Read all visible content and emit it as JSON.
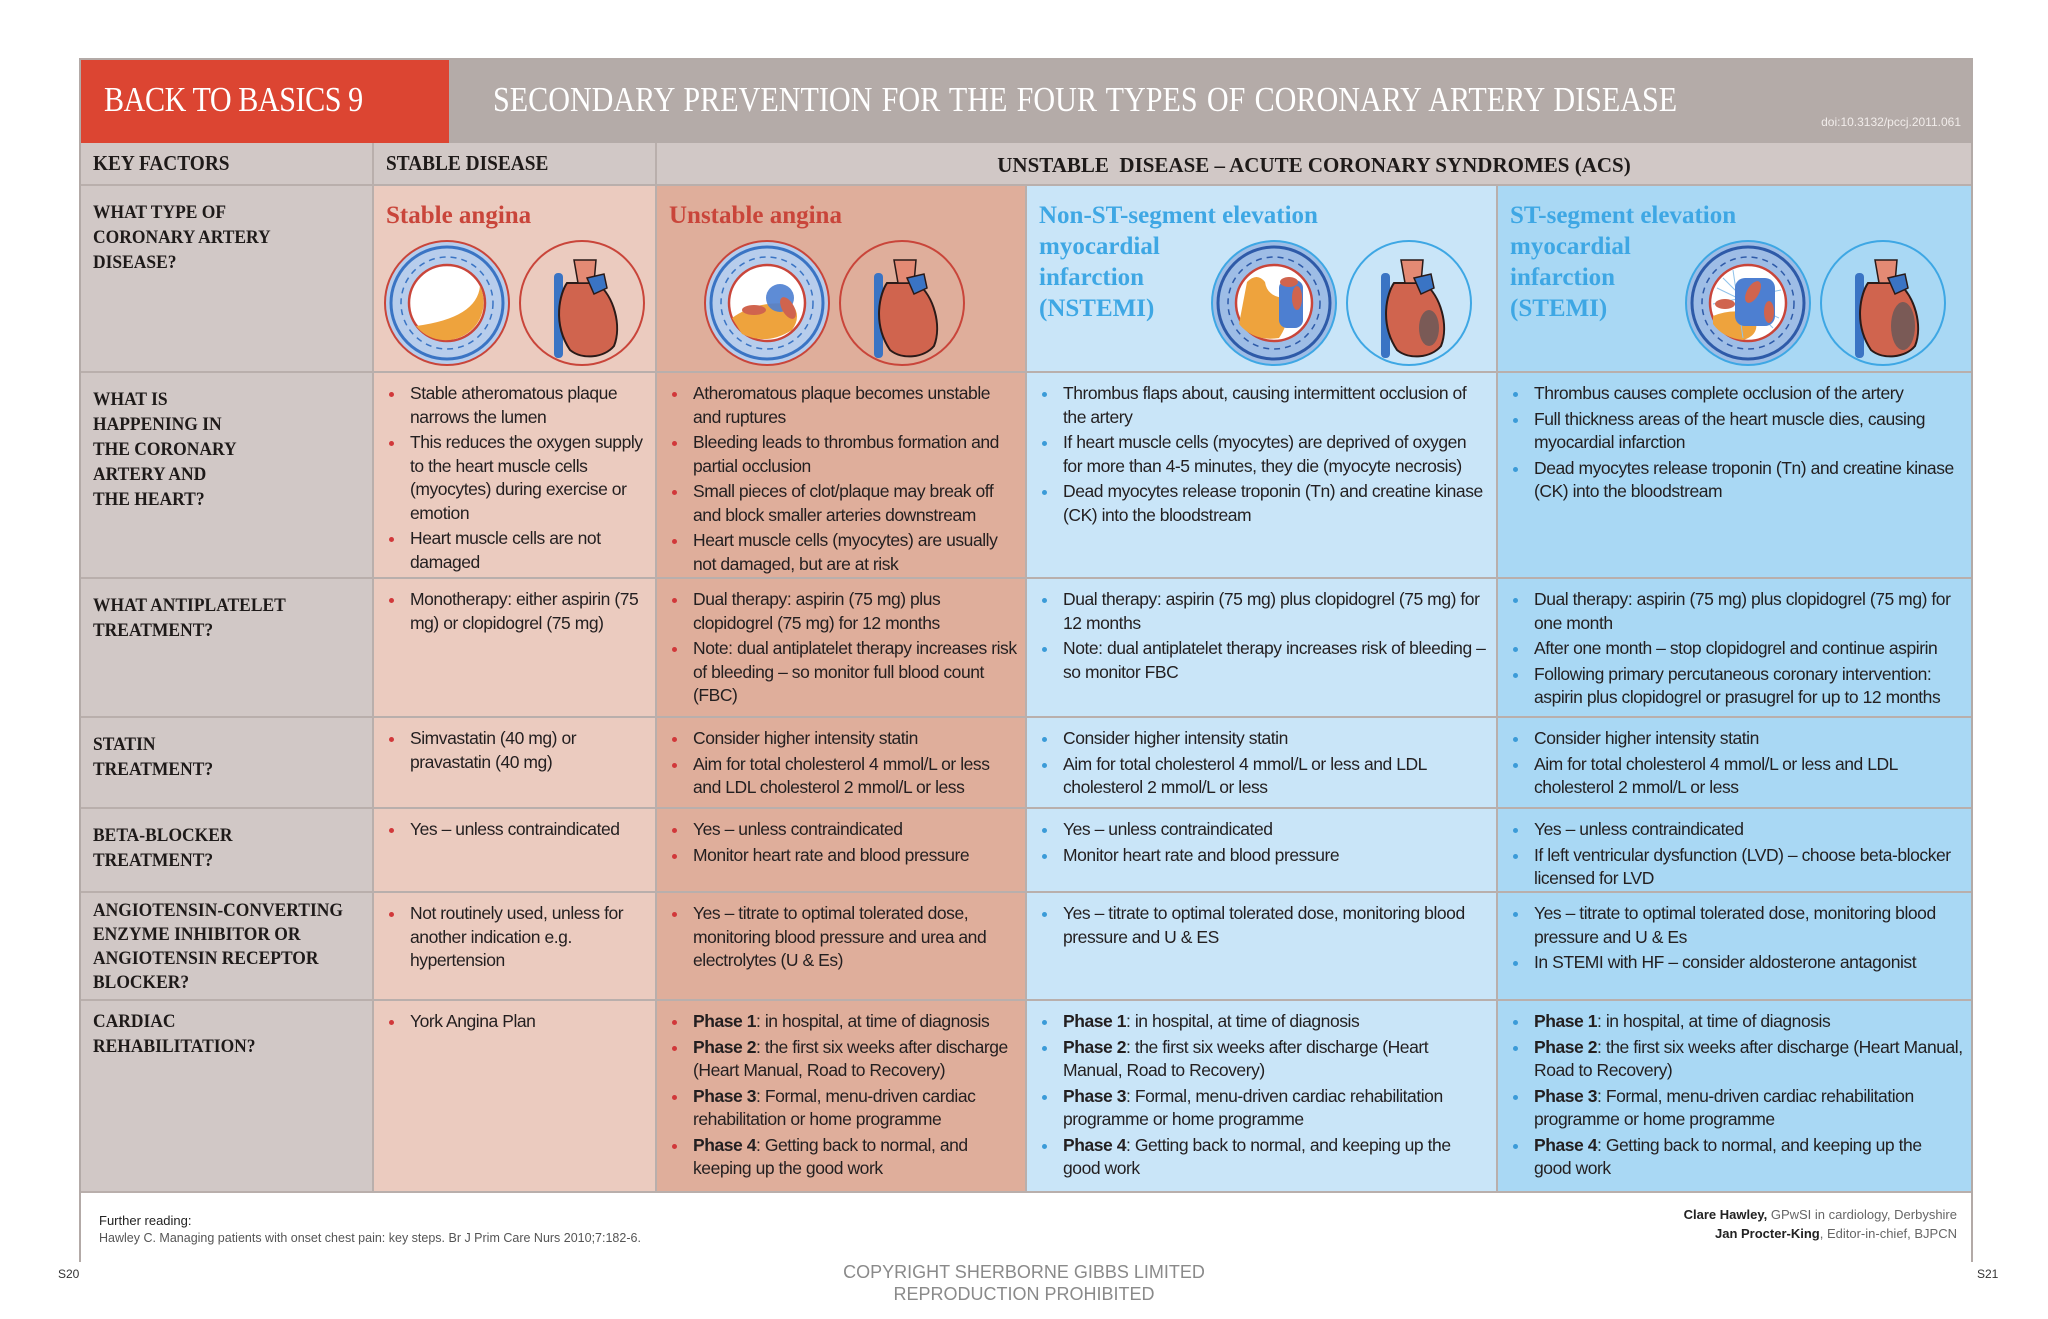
{
  "banner": {
    "series": "BACK TO BASICS 9",
    "title": "SECONDARY PREVENTION FOR THE   FOUR TYPES OF CORONARY ARTERY DISEASE",
    "doi": "doi:10.3132/pccj.2011.061",
    "colors": {
      "series_bg": "#dc4532",
      "title_bg": "#b4aba8"
    }
  },
  "header": {
    "key_factors": "KEY FACTORS",
    "stable": "STABLE DISEASE",
    "unstable": "UNSTABLE  DISEASE – ACUTE CORONARY SYNDROMES (ACS)"
  },
  "columns": [
    {
      "id": "stable",
      "title": "Stable angina",
      "color": "#c9453a",
      "bg": "#ebcbbf"
    },
    {
      "id": "unstable",
      "title": "Unstable angina",
      "color": "#c9453a",
      "bg": "#dfae9b"
    },
    {
      "id": "nstemi",
      "title": "Non-ST-segment elevation\nmyocardial\ninfarction\n(NSTEMI)",
      "color": "#3ea7e4",
      "bg": "#c9e5f8"
    },
    {
      "id": "stemi",
      "title": "ST-segment elevation\nmyocardial\ninfarction\n(STEMI)",
      "color": "#3ea7e4",
      "bg": "#a9d8f4"
    }
  ],
  "rows": {
    "type": {
      "label": "WHAT TYPE OF\nCORONARY ARTERY\nDISEASE?"
    },
    "happening": {
      "label": "WHAT IS\nHAPPENING IN\nTHE CORONARY\nARTERY AND\nTHE HEART?",
      "stable": [
        "Stable atheromatous plaque narrows the lumen",
        "This reduces the oxygen supply to the heart muscle cells (myocytes) during exercise or emotion",
        "Heart muscle cells are not damaged"
      ],
      "unstable": [
        "Atheromatous plaque becomes unstable and ruptures",
        "Bleeding leads to thrombus formation and partial occlusion",
        "Small pieces of clot/plaque may break off and block smaller arteries downstream",
        "Heart muscle cells (myocytes) are usually not damaged, but are at risk"
      ],
      "nstemi": [
        "Thrombus flaps about, causing intermittent occlusion of the artery",
        "If heart muscle cells (myocytes) are deprived of oxygen for more than 4-5 minutes, they die (myocyte necrosis)",
        "Dead myocytes release troponin (Tn) and creatine kinase (CK) into the bloodstream"
      ],
      "stemi": [
        "Thrombus causes complete occlusion of the artery",
        "Full thickness areas of the heart muscle dies, causing myocardial infarction",
        "Dead myocytes release troponin (Tn) and creatine kinase (CK) into the bloodstream"
      ]
    },
    "antiplatelet": {
      "label": "WHAT ANTIPLATELET\nTREATMENT?",
      "stable": [
        "Monotherapy: either aspirin (75 mg) or clopidogrel (75 mg)"
      ],
      "unstable": [
        "Dual therapy: aspirin (75 mg) plus clopidogrel (75 mg) for 12 months",
        "Note: dual antiplatelet therapy increases risk of bleeding – so monitor full blood count (FBC)"
      ],
      "nstemi": [
        "Dual therapy: aspirin (75 mg) plus clopidogrel (75 mg) for 12 months",
        "Note: dual antiplatelet therapy increases risk of bleeding – so monitor FBC"
      ],
      "stemi": [
        "Dual therapy: aspirin (75 mg) plus clopidogrel (75 mg) for one month",
        "After one month – stop clopidogrel and continue aspirin",
        "Following primary percutaneous coronary intervention: aspirin plus clopidogrel or prasugrel for up to 12 months"
      ]
    },
    "statin": {
      "label": "STATIN\nTREATMENT?",
      "stable": [
        "Simvastatin (40 mg) or pravastatin (40 mg)"
      ],
      "unstable": [
        "Consider higher intensity statin",
        "Aim for total cholesterol 4 mmol/L or less and LDL cholesterol 2 mmol/L or less"
      ],
      "nstemi": [
        "Consider higher intensity statin",
        "Aim for total cholesterol 4 mmol/L or less and LDL cholesterol 2 mmol/L or less"
      ],
      "stemi": [
        "Consider higher intensity statin",
        "Aim for total cholesterol 4 mmol/L or less and LDL cholesterol 2 mmol/L or less"
      ]
    },
    "beta": {
      "label": "BETA-BLOCKER\nTREATMENT?",
      "stable": [
        "Yes – unless contraindicated"
      ],
      "unstable": [
        "Yes – unless contraindicated",
        "Monitor heart rate and blood pressure"
      ],
      "nstemi": [
        "Yes – unless contraindicated",
        "Monitor heart rate and blood pressure"
      ],
      "stemi": [
        "Yes – unless contraindicated",
        "If left ventricular dysfunction (LVD) – choose beta-blocker licensed for LVD"
      ]
    },
    "ace": {
      "label": "ANGIOTENSIN-CONVERTING\nENZYME INHIBITOR OR\nANGIOTENSIN RECEPTOR\nBLOCKER?",
      "stable": [
        "Not routinely used, unless for another indication e.g. hypertension"
      ],
      "unstable": [
        "Yes – titrate to optimal tolerated dose, monitoring blood pressure and urea and electrolytes (U & Es)"
      ],
      "nstemi": [
        "Yes – titrate to optimal tolerated dose, monitoring blood pressure and U & ES"
      ],
      "stemi": [
        "Yes – titrate to optimal tolerated dose, monitoring blood pressure and U & Es",
        "In STEMI with HF – consider aldosterone antagonist"
      ]
    },
    "rehab": {
      "label": "CARDIAC\nREHABILITATION?",
      "stable": [
        {
          "bold": "",
          "text": "York Angina Plan"
        }
      ],
      "unstable": [
        {
          "bold": "Phase 1",
          "text": ": in hospital, at time of diagnosis"
        },
        {
          "bold": "Phase 2",
          "text": ": the first six weeks after discharge (Heart Manual, Road to Recovery)"
        },
        {
          "bold": "Phase 3",
          "text": ": Formal, menu-driven cardiac rehabilitation or home programme"
        },
        {
          "bold": "Phase 4",
          "text": ": Getting back to normal, and keeping up the good work"
        }
      ],
      "nstemi": [
        {
          "bold": "Phase 1",
          "text": ": in hospital, at time of diagnosis"
        },
        {
          "bold": "Phase 2",
          "text": ": the first six weeks after discharge (Heart Manual, Road to Recovery)"
        },
        {
          "bold": "Phase 3",
          "text": ": Formal, menu-driven cardiac rehabilitation programme or home programme"
        },
        {
          "bold": "Phase 4",
          "text": ": Getting back to normal, and keeping up the good work"
        }
      ],
      "stemi": [
        {
          "bold": "Phase 1",
          "text": ": in hospital, at time of diagnosis"
        },
        {
          "bold": "Phase 2",
          "text": ": the first six weeks after discharge (Heart Manual, Road to Recovery)"
        },
        {
          "bold": "Phase 3",
          "text": ": Formal, menu-driven cardiac rehabilitation programme or home programme"
        },
        {
          "bold": "Phase 4",
          "text": ": Getting back to normal, and keeping up the good work"
        }
      ]
    }
  },
  "footer": {
    "further_reading_label": "Further reading:",
    "reference": "Hawley C. Managing patients with onset chest pain: key steps. Br J Prim Care Nurs 2010;7:182-6.",
    "author1_name": "Clare Hawley,",
    "author1_role": " GPwSI in cardiology, Derbyshire",
    "author2_name": "Jan Procter-King",
    "author2_role": ", Editor-in-chief, BJPCN",
    "page_left": "S20",
    "page_right": "S21",
    "copyright_line1": "COPYRIGHT SHERBORNE GIBBS LIMITED",
    "copyright_line2": "REPRODUCTION PROHIBITED"
  }
}
